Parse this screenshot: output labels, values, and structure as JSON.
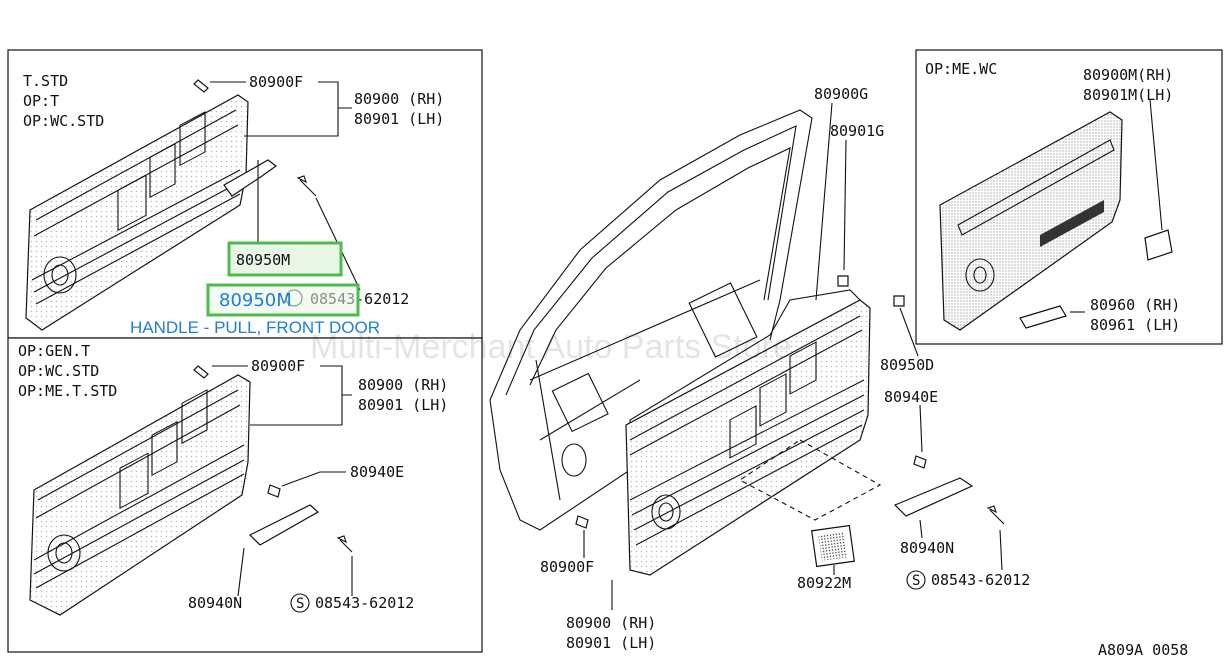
{
  "watermark": "Multi-Merchant Auto Parts Store",
  "diagram_code": "A809A 0058",
  "highlight": {
    "active_part": "80950M",
    "selected_part": "80950M",
    "overlapped_label": "08543-62012",
    "caption": "HANDLE - PULL, FRONT DOOR"
  },
  "box_top_left": {
    "options": [
      "T.STD",
      "OP:T",
      "OP:WC.STD"
    ],
    "labels": {
      "clip": "80900F",
      "rh": "80900 (RH)",
      "lh": "80901 (LH)"
    }
  },
  "box_bottom_left": {
    "options": [
      "OP:GEN.T",
      "OP:WC.STD",
      "OP:ME.T.STD"
    ],
    "labels": {
      "clip": "80900F",
      "rh": "80900 (RH)",
      "lh": "80901 (LH)",
      "grip_nut": "80940E",
      "grip": "80940N",
      "screw": "08543-62012"
    }
  },
  "box_right": {
    "options": [
      "OP:ME.WC"
    ],
    "labels": {
      "rh": "80900M(RH)",
      "lh": "80901M(LH)",
      "cover_rh": "80960 (RH)",
      "cover_lh": "80961 (LH)"
    }
  },
  "center": {
    "labels": {
      "seal_g": "80900G",
      "seal_g2": "80901G",
      "clip_d": "80950D",
      "nut_e": "80940E",
      "grip_n": "80940N",
      "screw": "08543-62012",
      "clip_f": "80900F",
      "cover": "80922M",
      "rh": "80900 (RH)",
      "lh": "80901 (LH)"
    }
  }
}
